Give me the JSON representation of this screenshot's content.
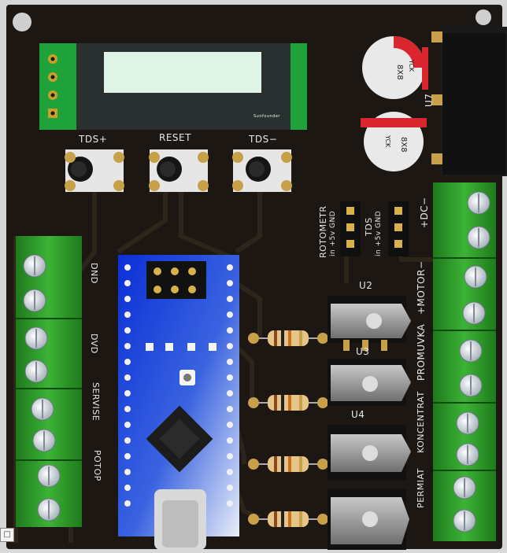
{
  "board": {
    "button_labels": [
      "TDS+",
      "RESET",
      "TDS−"
    ],
    "left_terminal_labels": [
      "DND",
      "DVD",
      "SERVISE",
      "POTOP"
    ],
    "right_terminal_labels": [
      "+DC−",
      "+MOTOR−",
      "PROMUVKA",
      "KONCENTRAT",
      "PERMIAT"
    ],
    "header_labels": [
      {
        "title": "ROTOMETR",
        "pins": "in  +5v  GND"
      },
      {
        "title": "TDS",
        "pins": "in  +5v  GND"
      }
    ],
    "transistor_labels": [
      "U2",
      "U3",
      "U4"
    ],
    "regulator_label": "U7",
    "capacitor_marking": "8X8",
    "capacitor_brand": "YCK",
    "lcd_logo": "Sunfounder"
  },
  "ui": {
    "corner_icon": "□"
  },
  "colors": {
    "pcb": "#1c1712",
    "terminal_green": "#2f9a2a",
    "arduino_blue": "#1437c8",
    "lcd_green": "#1fa23a",
    "copper_gold": "#c9a04a"
  }
}
